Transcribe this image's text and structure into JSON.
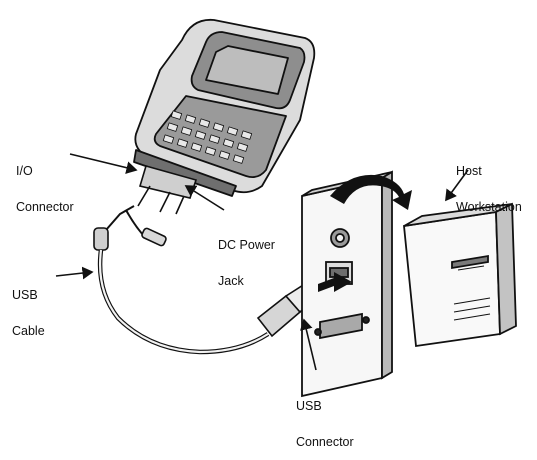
{
  "labels": {
    "io_connector": [
      "I/O",
      "Connector"
    ],
    "host_workstation": [
      "Host",
      "Workstation"
    ],
    "dc_power_jack": [
      "DC Power",
      "Jack"
    ],
    "usb_cable": [
      "USB",
      "Cable"
    ],
    "usb_connector": [
      "USB",
      "Connector"
    ]
  }
}
